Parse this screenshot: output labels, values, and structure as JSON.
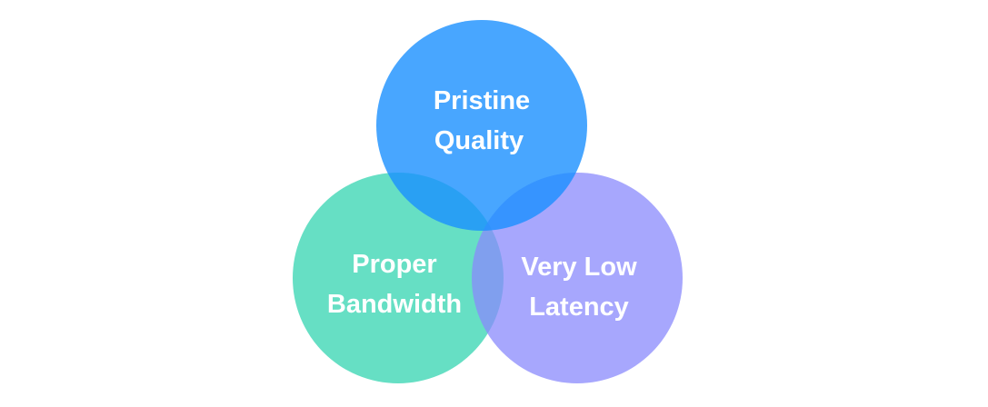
{
  "diagram": {
    "type": "venn",
    "sets": [
      {
        "id": "top",
        "lines": [
          "Pristine",
          "Quality"
        ],
        "color": "#45a8ff"
      },
      {
        "id": "left",
        "lines": [
          "Proper",
          "Bandwidth"
        ],
        "color": "#66dfc4"
      },
      {
        "id": "right",
        "lines": [
          "Very Low",
          "Latency"
        ],
        "color": "#a5a5fd"
      }
    ]
  }
}
